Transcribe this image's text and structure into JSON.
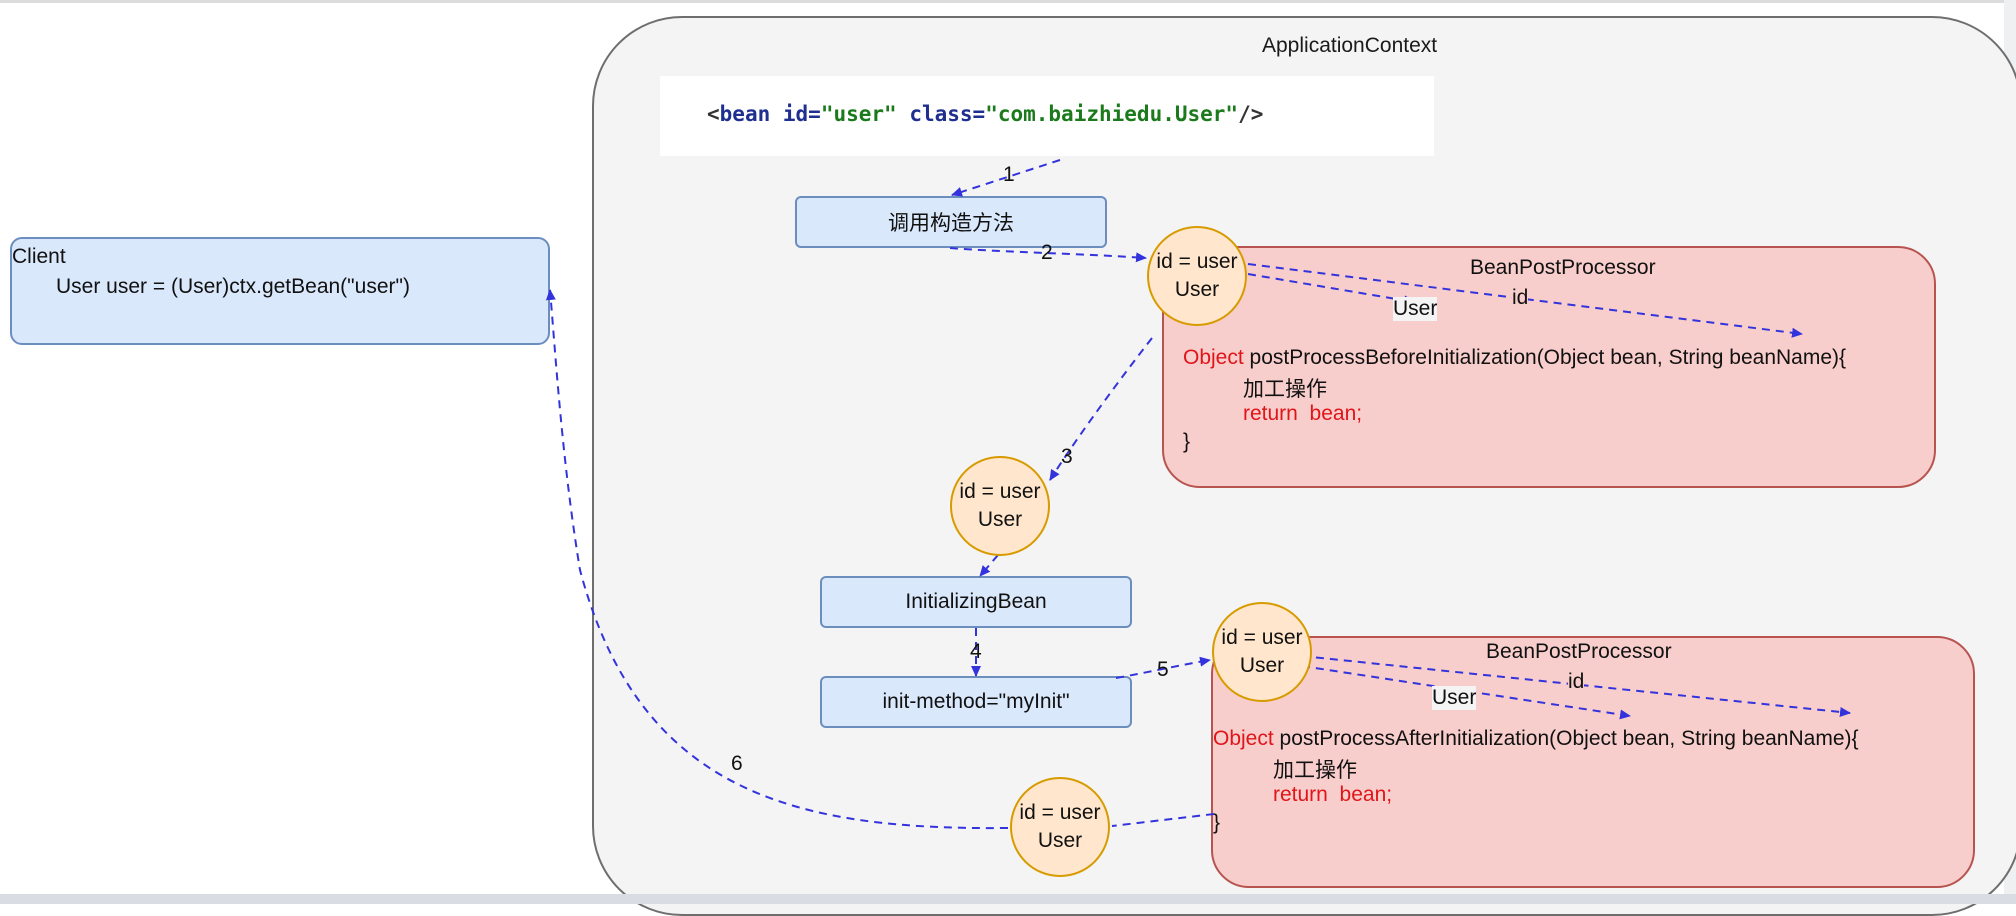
{
  "diagram": {
    "context_label": "ApplicationContext",
    "bean_xml": {
      "open": "<",
      "tag": "bean",
      "id_attr": "id=",
      "id_val": "\"user\"",
      "class_attr": "class=",
      "class_val": "\"com.baizhiedu.User\"",
      "close": "/>"
    },
    "client": {
      "title": "Client",
      "code": "User user = (User)ctx.getBean(\"user\")"
    },
    "steps": {
      "constructor": "调用构造方法",
      "initializing_bean": "InitializingBean",
      "init_method": "init-method=\"myInit\""
    },
    "bean_circle": {
      "line1": "id = user",
      "line2": "User"
    },
    "bpp_before": {
      "title": "BeanPostProcessor",
      "keyword": "Object",
      "signature": " postProcessBeforeInitialization(Object bean, String beanName){",
      "body": "加工操作",
      "ret": "return  bean;",
      "close": "}",
      "arg_user": "User",
      "arg_id": "id"
    },
    "bpp_after": {
      "title": "BeanPostProcessor",
      "keyword": "Object",
      "signature": " postProcessAfterInitialization(Object bean, String beanName){",
      "body": "加工操作",
      "ret": "return  bean;",
      "close": "}",
      "arg_user": "User",
      "arg_id": "id"
    },
    "step_numbers": [
      "1",
      "2",
      "3",
      "4",
      "5",
      "6"
    ],
    "colors": {
      "blue_fill": "#dae8fc",
      "blue_stroke": "#6c8ebf",
      "orange_fill": "#ffe6cc",
      "orange_stroke": "#d79b00",
      "red_fill": "#f8cecc",
      "red_stroke": "#b85450",
      "arrow": "#3333dd",
      "keyword_red": "#e0151a"
    }
  }
}
